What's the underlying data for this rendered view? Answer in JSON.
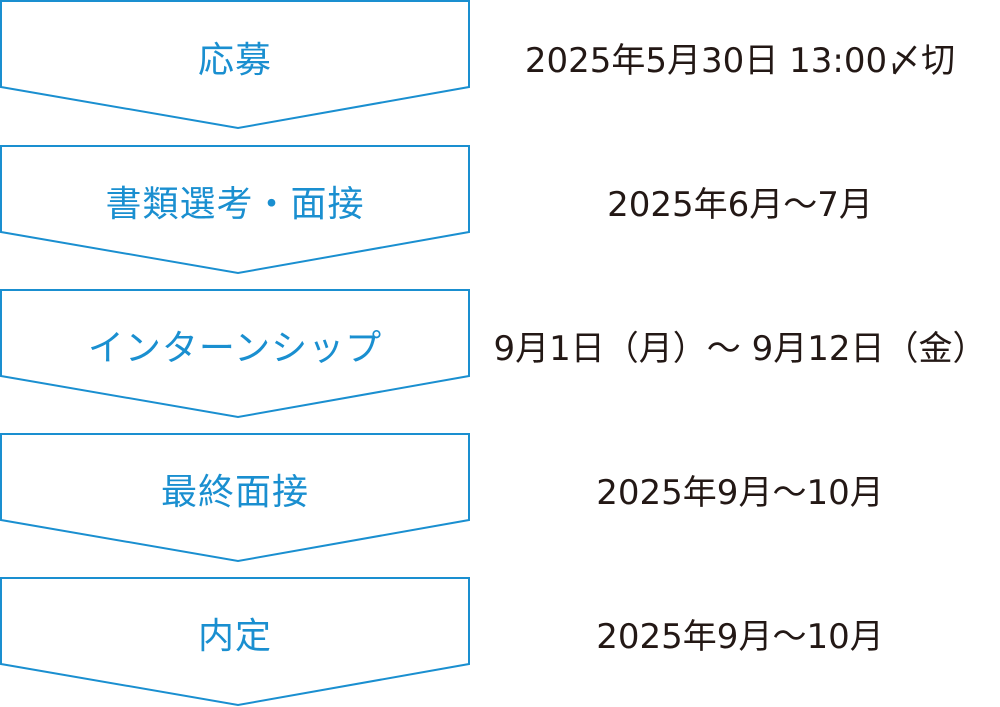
{
  "colors": {
    "accent": "#1a8fd0",
    "text": "#231815",
    "background": "#ffffff"
  },
  "steps": [
    {
      "label": "応募",
      "date": "2025年5月30日 13:00〆切"
    },
    {
      "label": "書類選考・面接",
      "date": "2025年6月〜7月"
    },
    {
      "label": "インターンシップ",
      "date": "9月1日（月）〜 9月12日（金）"
    },
    {
      "label": "最終面接",
      "date": "2025年9月〜10月"
    },
    {
      "label": "内定",
      "date": "2025年9月〜10月"
    }
  ]
}
